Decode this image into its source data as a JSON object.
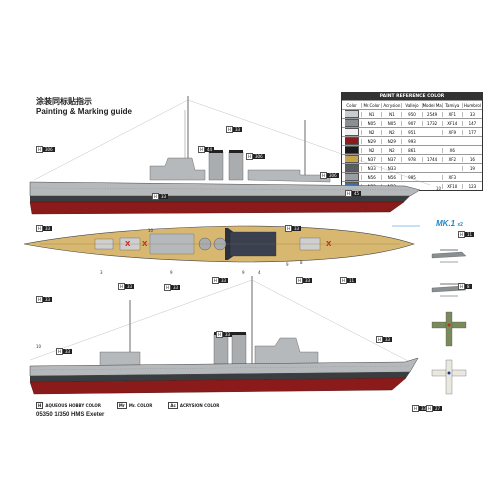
{
  "header": {
    "title_cn": "涂装同标贴指示",
    "title_en": "Painting & Marking guide"
  },
  "paint_table": {
    "title": "PAINT REFERENCE COLOR",
    "columns": [
      "Color",
      "Mr.Color",
      "Acrysion",
      "Vallejo",
      "Model Master",
      "Tamiya",
      "Humbrol"
    ],
    "rows": [
      {
        "color": "#c8cccc",
        "c1": "N1",
        "c2": "N1",
        "c3": "950",
        "c4": "2549",
        "c5": "XF1",
        "c6": "33"
      },
      {
        "color": "#8a8f92",
        "c1": "N05",
        "c2": "N05",
        "c3": "907",
        "c4": "1732",
        "c5": "XF14",
        "c6": "147"
      },
      {
        "color": "#f0f0f0",
        "c1": "N2",
        "c2": "N2",
        "c3": "951",
        "c4": "",
        "c5": "XF9",
        "c6": "177"
      },
      {
        "color": "#8b1a1a",
        "c1": "N29",
        "c2": "N29",
        "c3": "993",
        "c4": "",
        "c5": "",
        "c6": ""
      },
      {
        "color": "#1b1b1b",
        "c1": "N2",
        "c2": "N2",
        "c3": "861",
        "c4": "",
        "c5": "X6",
        "c6": ""
      },
      {
        "color": "#c9a54a",
        "c1": "N37",
        "c2": "N37",
        "c3": "978",
        "c4": "1744",
        "c5": "XF2",
        "c6": "16"
      },
      {
        "color": "#5a5e63",
        "c1": "N33",
        "c2": "N33",
        "c3": "",
        "c4": "",
        "c5": "",
        "c6": "19"
      },
      {
        "color": "#9a9ea3",
        "c1": "N56",
        "c2": "N56",
        "c3": "985",
        "c4": "",
        "c5": "XF3",
        "c6": ""
      },
      {
        "color": "#3a6fa8",
        "c1": "N22",
        "c2": "N22",
        "c3": "",
        "c4": "",
        "c5": "XF10",
        "c6": "123"
      }
    ]
  },
  "callouts": [
    {
      "h": "H",
      "n": "33"
    },
    {
      "h": "H",
      "n": "306"
    },
    {
      "h": "H",
      "n": "306"
    },
    {
      "h": "H",
      "n": "33"
    },
    {
      "h": "H",
      "n": "306"
    },
    {
      "h": "H",
      "n": "44"
    },
    {
      "h": "H",
      "n": "45"
    },
    {
      "h": "H",
      "n": "33"
    },
    {
      "h": "H",
      "n": "33"
    },
    {
      "h": "H",
      "n": "11"
    },
    {
      "h": "H",
      "n": "33"
    },
    {
      "h": "H",
      "n": "33"
    },
    {
      "h": "H",
      "n": "8"
    },
    {
      "h": "H",
      "n": "33"
    },
    {
      "h": "H",
      "n": "33"
    },
    {
      "h": "H",
      "n": "11"
    },
    {
      "h": "H",
      "n": "33"
    },
    {
      "h": "H",
      "n": "33"
    },
    {
      "h": "H",
      "n": "33"
    },
    {
      "h": "H",
      "n": "33"
    },
    {
      "h": "H",
      "n": "33"
    },
    {
      "h": "H",
      "n": "27"
    }
  ],
  "numbers": [
    "10",
    "10",
    "3",
    "9",
    "9",
    "8",
    "10",
    "3",
    "4",
    "3",
    "9"
  ],
  "mk_label": "MK.1",
  "mk_count": "x2",
  "deck_letters": [
    "X",
    "X",
    "X"
  ],
  "legend": [
    {
      "tag": "H",
      "text": "AQUEOUS HOBBY COLOR"
    },
    {
      "tag": "Mr",
      "text": "Mr. COLOR"
    },
    {
      "tag": "Ac",
      "text": "ACRYSION COLOR"
    }
  ],
  "footer": "05350   1/350 HMS Exeter",
  "colors": {
    "hull_grey": "#b5b9bc",
    "hull_dark": "#3a3d40",
    "hull_red": "#8b1a1a",
    "deck_tan": "#d8b870",
    "accent_blue": "#1e88c8"
  }
}
